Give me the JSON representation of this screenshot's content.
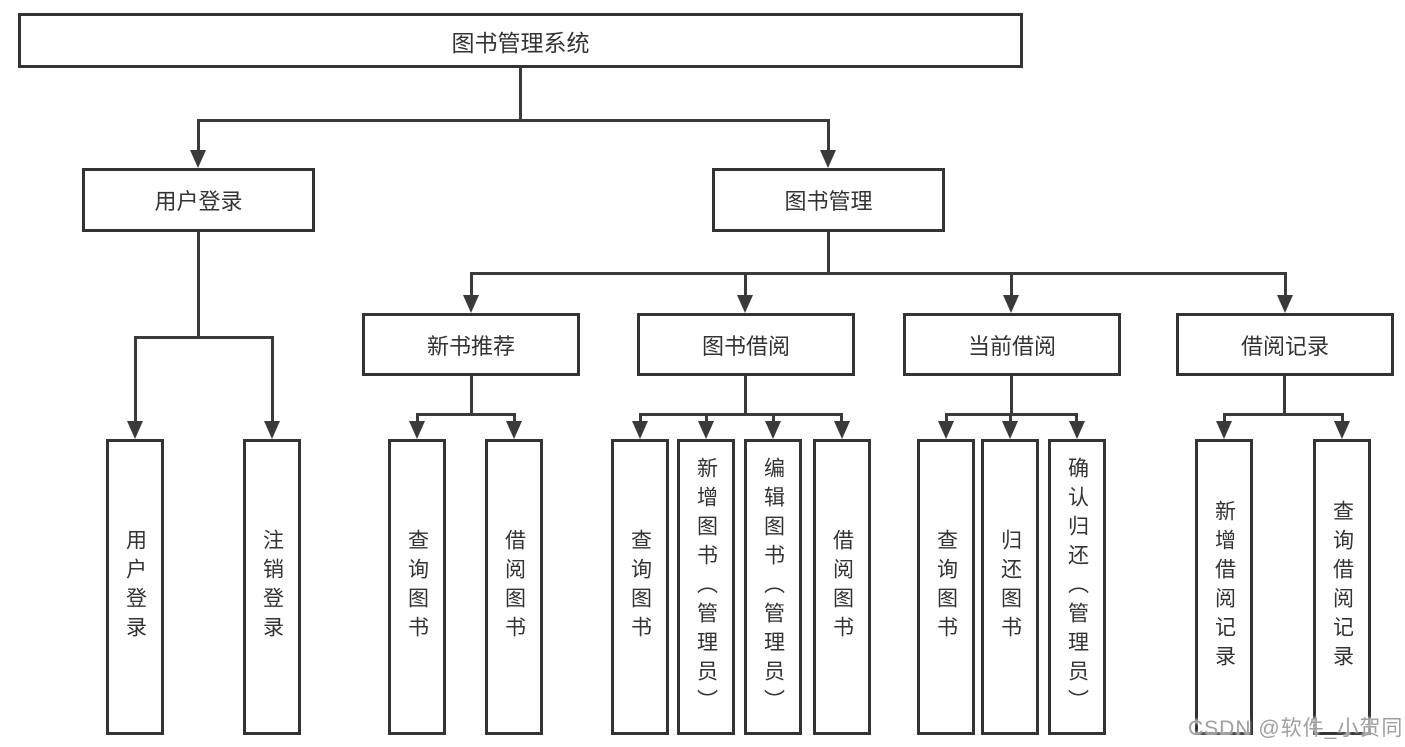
{
  "diagram": {
    "root": {
      "label": "图书管理系统"
    },
    "level2": [
      {
        "label": "用户登录"
      },
      {
        "label": "图书管理"
      }
    ],
    "level3": [
      {
        "label": "新书推荐"
      },
      {
        "label": "图书借阅"
      },
      {
        "label": "当前借阅"
      },
      {
        "label": "借阅记录"
      }
    ],
    "leaves": [
      {
        "label": "用户登录"
      },
      {
        "label": "注销登录"
      },
      {
        "label": "查询图书"
      },
      {
        "label": "借阅图书"
      },
      {
        "label": "查询图书"
      },
      {
        "label": "新增图书（管理员）"
      },
      {
        "label": "编辑图书（管理员）"
      },
      {
        "label": "借阅图书"
      },
      {
        "label": "查询图书"
      },
      {
        "label": "归还图书"
      },
      {
        "label": "确认归还（管理员）"
      },
      {
        "label": "新增借阅记录"
      },
      {
        "label": "查询借阅记录"
      }
    ],
    "colors": {
      "line": "#3a3a3a",
      "border": "#333333",
      "text": "#333333",
      "watermark": "#9f9f9f"
    },
    "watermark": "CSDN @软件_小贺同学"
  }
}
